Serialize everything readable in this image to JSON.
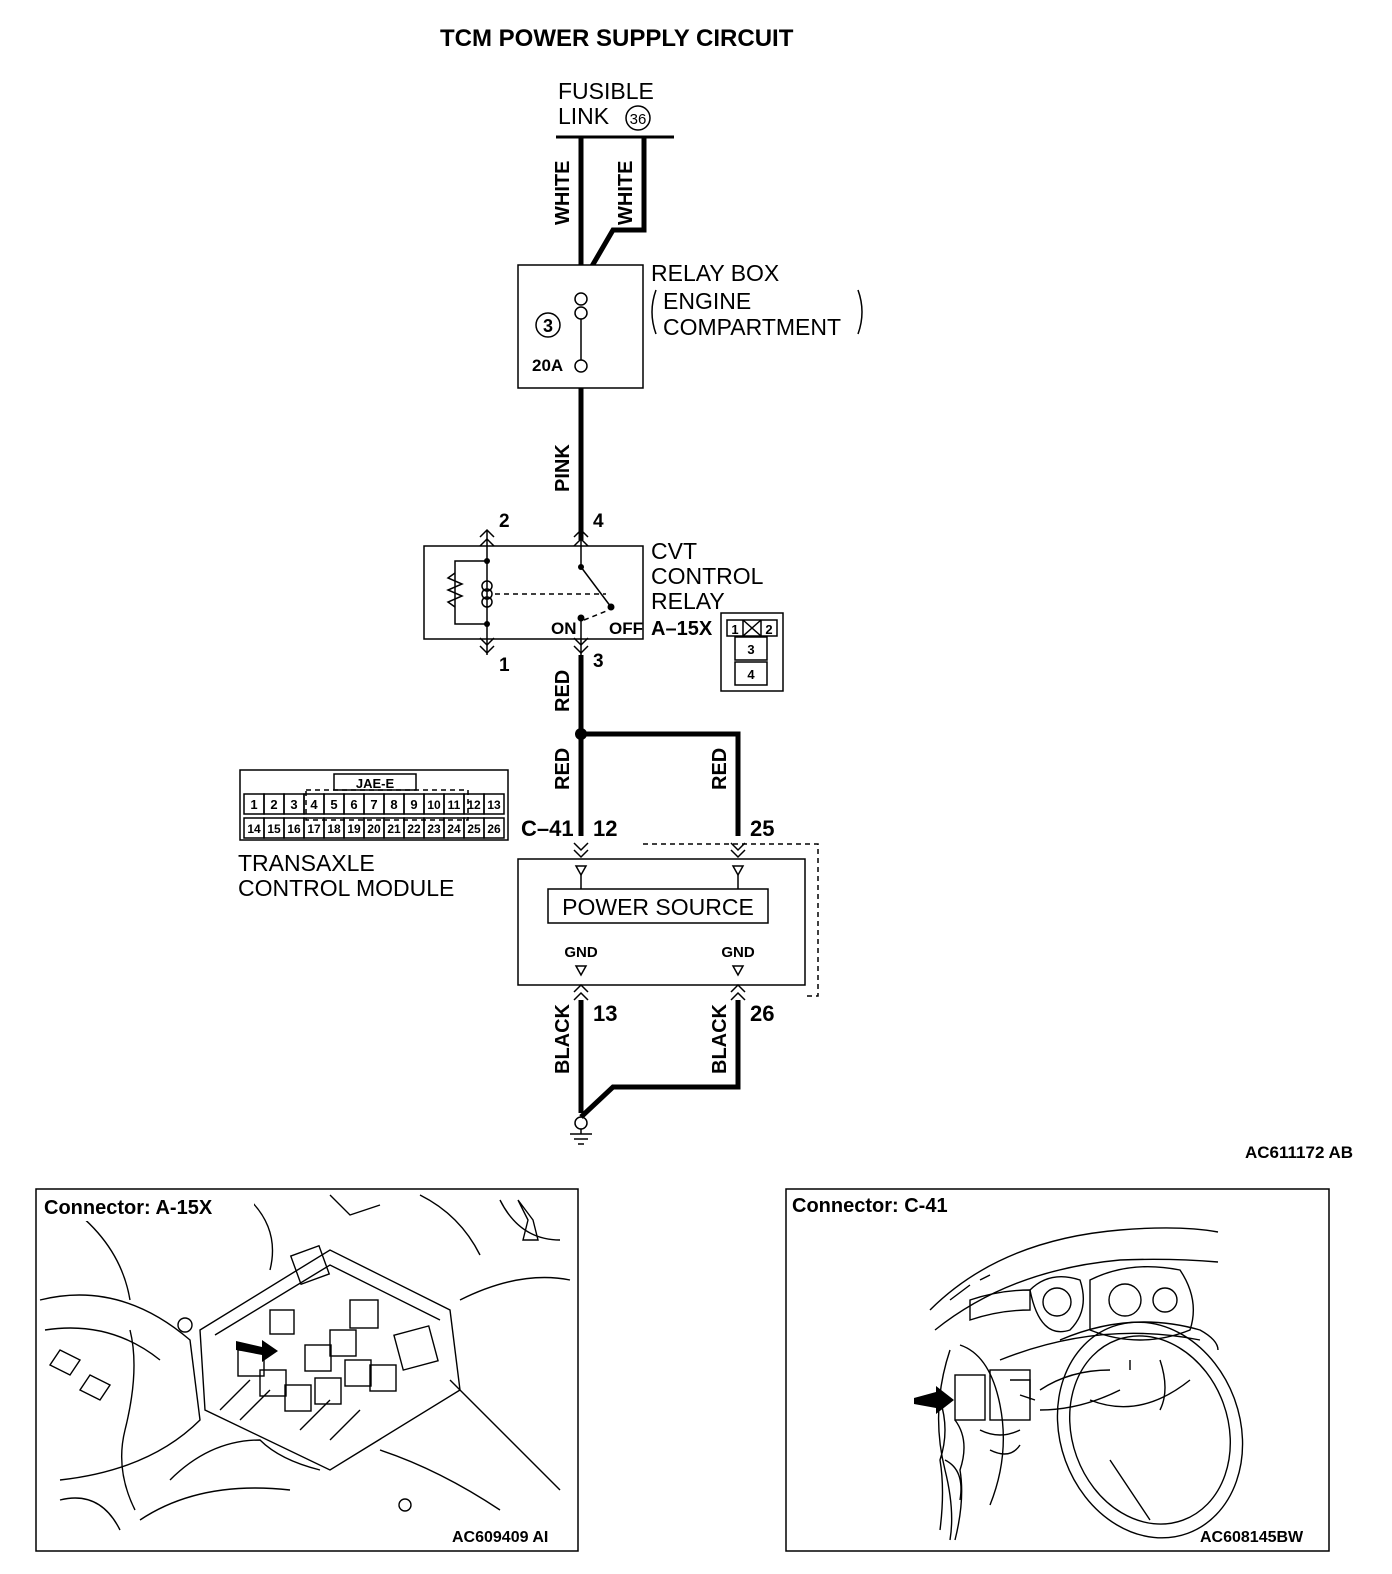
{
  "title": "TCM POWER SUPPLY CIRCUIT",
  "fusible_link": {
    "line1": "FUSIBLE",
    "line2": "LINK",
    "number": "36"
  },
  "wires": {
    "white_left": "WHITE",
    "white_right": "WHITE",
    "pink": "PINK",
    "red_upper": "RED",
    "red_left": "RED",
    "red_right": "RED",
    "black_left": "BLACK",
    "black_right": "BLACK"
  },
  "relay_box": {
    "line1": "RELAY BOX",
    "line2": "ENGINE",
    "line3": "COMPARTMENT",
    "fuse_number": "3",
    "fuse_rating": "20A"
  },
  "cvt_relay": {
    "line1": "CVT",
    "line2": "CONTROL",
    "line3": "RELAY",
    "connector": "A–15X",
    "on_label": "ON",
    "off_label": "OFF",
    "pins": {
      "p1": "1",
      "p2": "2",
      "p3": "3",
      "p4": "4"
    },
    "connector_face": [
      "1",
      "2",
      "3",
      "4"
    ]
  },
  "tcm": {
    "connector_name": "C–41",
    "connector_type": "JAE-E",
    "line1": "TRANSAXLE",
    "line2": "CONTROL MODULE",
    "pins": {
      "p12": "12",
      "p25": "25",
      "p13": "13",
      "p26": "26"
    },
    "power_source": "POWER SOURCE",
    "gnd_left": "GND",
    "gnd_right": "GND",
    "connector_row1": [
      "1",
      "2",
      "3",
      "4",
      "5",
      "6",
      "7",
      "8",
      "9",
      "10",
      "11",
      "12",
      "13"
    ],
    "connector_row2": [
      "14",
      "15",
      "16",
      "17",
      "18",
      "19",
      "20",
      "21",
      "22",
      "23",
      "24",
      "25",
      "26"
    ]
  },
  "figure_code": "AC611172 AB",
  "panel_left": {
    "title": "Connector: A-15X",
    "code": "AC609409 AI"
  },
  "panel_right": {
    "title": "Connector: C-41",
    "code": "AC608145BW"
  }
}
